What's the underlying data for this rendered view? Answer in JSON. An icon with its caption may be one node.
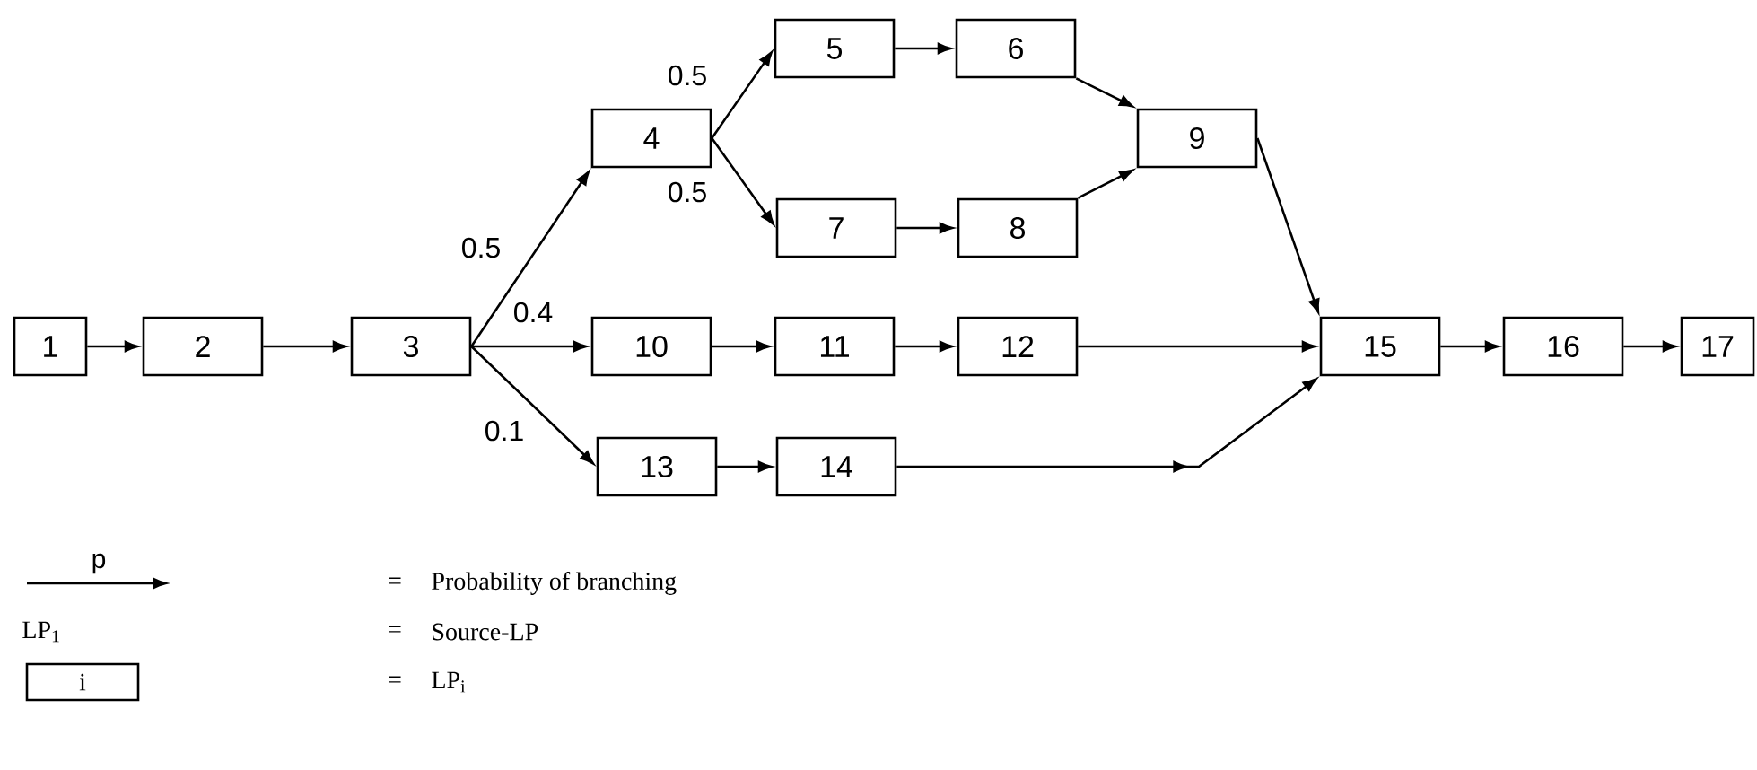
{
  "diagram": {
    "nodes": [
      {
        "text": [
          "1"
        ]
      },
      {
        "text": [
          "2"
        ]
      },
      {
        "text": [
          "3"
        ]
      },
      {
        "text": [
          "4"
        ]
      },
      {
        "text": [
          "5"
        ]
      },
      {
        "text": [
          "6"
        ]
      },
      {
        "text": [
          "7"
        ]
      },
      {
        "text": [
          "8"
        ]
      },
      {
        "text": [
          "9"
        ]
      },
      {
        "text": [
          "10"
        ]
      },
      {
        "text": [
          "11"
        ]
      },
      {
        "text": [
          "12"
        ]
      },
      {
        "text": [
          "13"
        ]
      },
      {
        "text": [
          "14"
        ]
      },
      {
        "text": [
          "15"
        ]
      },
      {
        "text": [
          "16"
        ]
      },
      {
        "text": [
          "17"
        ]
      }
    ],
    "edges": [
      {
        "from": 0,
        "to": 1,
        "arrow": "to"
      },
      {
        "from": 1,
        "to": 2,
        "arrow": "to"
      },
      {
        "from": 2,
        "to": 3,
        "arrow": "to",
        "label": "0.5"
      },
      {
        "from": 3,
        "to": 4,
        "arrow": "to",
        "label": "0.5"
      },
      {
        "from": 3,
        "to": 6,
        "arrow": "to",
        "label": "0.5"
      },
      {
        "from": 4,
        "to": 5,
        "arrow": "to"
      },
      {
        "from": 6,
        "to": 7,
        "arrow": "to"
      },
      {
        "from": 5,
        "to": 8,
        "arrow": "to"
      },
      {
        "from": 7,
        "to": 8,
        "arrow": "to"
      },
      {
        "from": 2,
        "to": 9,
        "arrow": "to",
        "label": "0.4"
      },
      {
        "from": 9,
        "to": 10,
        "arrow": "to"
      },
      {
        "from": 10,
        "to": 11,
        "arrow": "to"
      },
      {
        "from": 2,
        "to": 12,
        "arrow": "to",
        "label": "0.1"
      },
      {
        "from": 12,
        "to": 13,
        "arrow": "to"
      },
      {
        "from": 8,
        "to": 14,
        "arrow": "to"
      },
      {
        "from": 11,
        "to": 14,
        "arrow": "to"
      },
      {
        "from": 13,
        "to": 14,
        "arrow": "to"
      },
      {
        "from": 14,
        "to": 15,
        "arrow": "to"
      },
      {
        "from": 15,
        "to": 16,
        "arrow": "to"
      }
    ],
    "labels": [
      "p",
      "=",
      "LP$_{1}$",
      "=",
      "i",
      "="
    ],
    "legend": [
      {
        "text": "Probability of branching"
      },
      {
        "text": "Source-LP"
      },
      {
        "text": "LP$_{i}$"
      }
    ]
  }
}
